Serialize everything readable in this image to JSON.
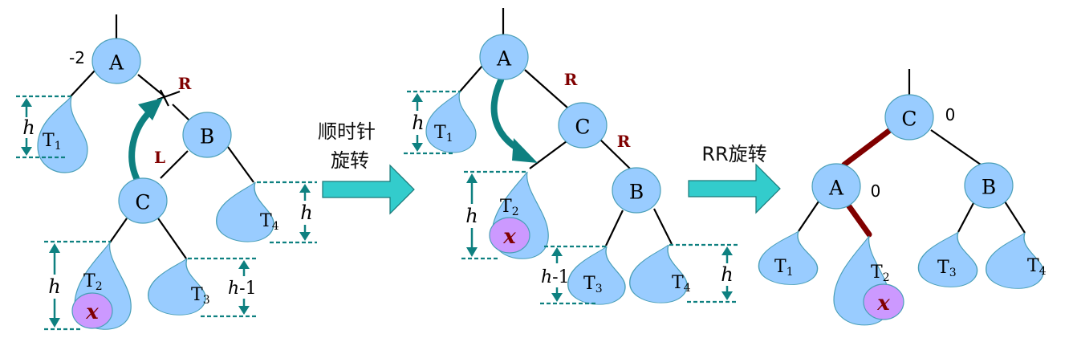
{
  "title": "AVL tree RL double rotation",
  "colors": {
    "node_fill": "#99ccff",
    "node_stroke": "#4a9fb8",
    "inserted_fill": "#cc99ff",
    "inserted_text": "#800000",
    "rotation_arrow": "#0e8080",
    "step_arrow": "#33cccc",
    "direction_label": "#800000",
    "highlight_edge": "#800000"
  },
  "panels": [
    {
      "id": "before",
      "nodes": [
        {
          "id": "A",
          "label": "A",
          "balance": "-2"
        },
        {
          "id": "B",
          "label": "B"
        },
        {
          "id": "C",
          "label": "C"
        }
      ],
      "subtrees": [
        {
          "id": "T1",
          "label": "T",
          "sub": "1",
          "height": "h"
        },
        {
          "id": "T2",
          "label": "T",
          "sub": "2",
          "height": "h",
          "inserted": "x"
        },
        {
          "id": "T3",
          "label": "T",
          "sub": "3",
          "height": "h-1"
        },
        {
          "id": "T4",
          "label": "T",
          "sub": "4",
          "height": "h"
        }
      ],
      "direction_labels": [
        "R",
        "L"
      ],
      "rotation_icon": "clockwise-curved-arrow"
    },
    {
      "id": "middle",
      "nodes": [
        {
          "id": "A",
          "label": "A"
        },
        {
          "id": "C",
          "label": "C"
        },
        {
          "id": "B",
          "label": "B"
        }
      ],
      "subtrees": [
        {
          "id": "T1",
          "label": "T",
          "sub": "1",
          "height": "h"
        },
        {
          "id": "T2",
          "label": "T",
          "sub": "2",
          "height": "h",
          "inserted": "x"
        },
        {
          "id": "T3",
          "label": "T",
          "sub": "3",
          "height": "h-1"
        },
        {
          "id": "T4",
          "label": "T",
          "sub": "4",
          "height": "h"
        }
      ],
      "direction_labels": [
        "R",
        "R"
      ],
      "rotation_icon": "clockwise-curved-arrow"
    },
    {
      "id": "after",
      "nodes": [
        {
          "id": "C",
          "label": "C",
          "balance": "0"
        },
        {
          "id": "A",
          "label": "A",
          "balance": "0"
        },
        {
          "id": "B",
          "label": "B"
        }
      ],
      "subtrees": [
        {
          "id": "T1",
          "label": "T",
          "sub": "1"
        },
        {
          "id": "T2",
          "label": "T",
          "sub": "2",
          "inserted": "x"
        },
        {
          "id": "T3",
          "label": "T",
          "sub": "3"
        },
        {
          "id": "T4",
          "label": "T",
          "sub": "4"
        }
      ]
    }
  ],
  "steps": [
    {
      "line1": "顺时针",
      "line2": "旋转"
    },
    {
      "line1": "RR旋转"
    }
  ],
  "labels": {
    "h": "h",
    "h_minus_1_h": "h",
    "h_minus_1_rest": "-1",
    "x": "x"
  }
}
